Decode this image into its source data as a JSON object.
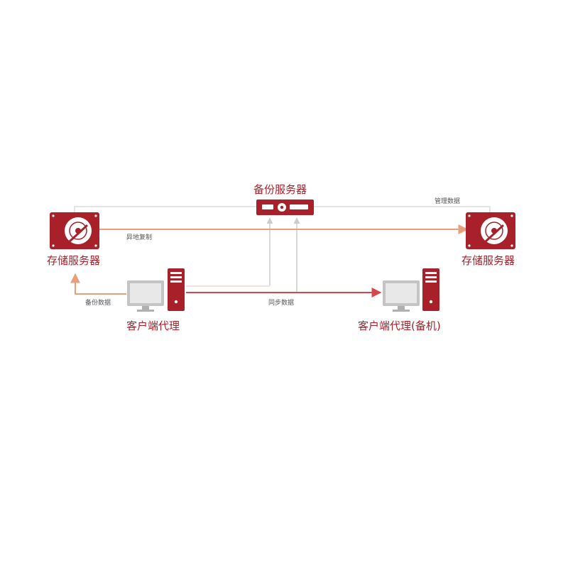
{
  "nodes": {
    "backup_server": "备份服务器",
    "storage_left": "存储服务器",
    "storage_right": "存储服务器",
    "client_agent": "客户端代理",
    "client_agent_standby": "客户端代理(备机)"
  },
  "edges": {
    "remote_replication": "异地复制",
    "management_data": "管理数据",
    "backup_data": "备份数据",
    "sync_data": "同步数据"
  },
  "colors": {
    "accent": "#a8212a",
    "orange_arrow": "#e8a07a",
    "red_arrow": "#d8464c",
    "gray_line": "#d8d8d8",
    "monitor_gray": "#c4c4c4"
  }
}
